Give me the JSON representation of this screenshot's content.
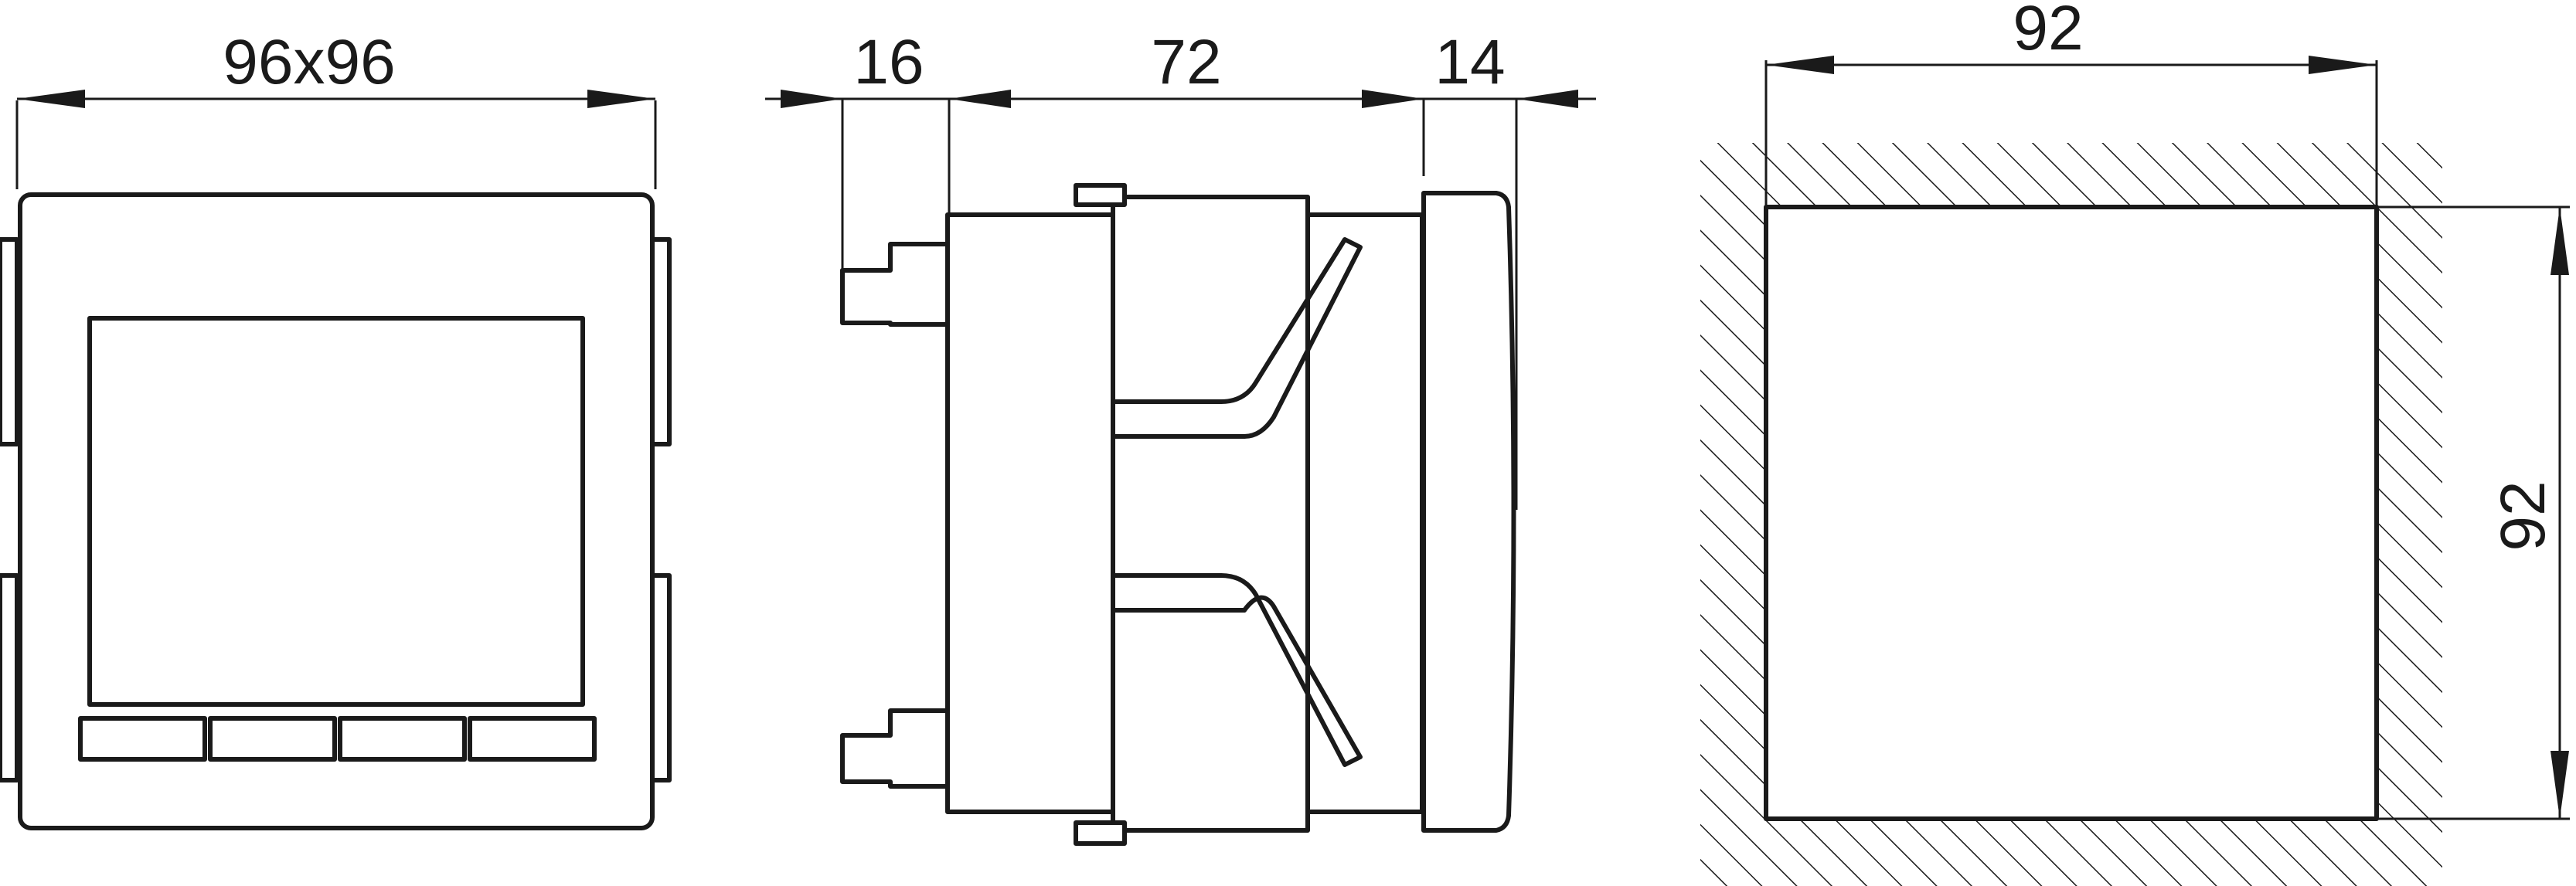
{
  "diagram": {
    "front_view": {
      "width_label": "96x96",
      "buttons": 4
    },
    "side_view": {
      "terminal_depth_label": "16",
      "body_depth_label": "72",
      "bezel_depth_label": "14"
    },
    "panel_cutout": {
      "width_label": "92",
      "height_label": "92"
    },
    "colors": {
      "line": "#1a1a1a",
      "background": "#ffffff"
    }
  }
}
